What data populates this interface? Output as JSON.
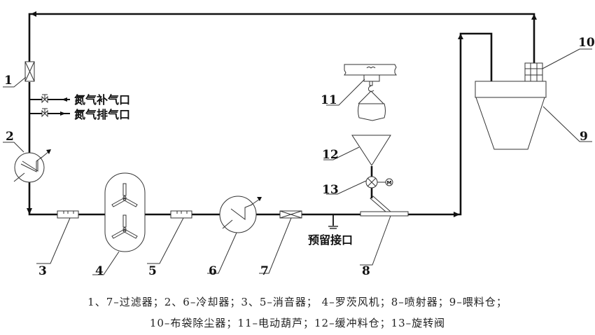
{
  "diagram": {
    "title": "Nitrogen closed-loop pneumatic conveying system",
    "labels": {
      "n2_supply": "氮气补气口",
      "n2_exhaust": "氮气排气口",
      "reserved_port": "预留接口"
    },
    "components": [
      {
        "id": "1",
        "name": "过滤器"
      },
      {
        "id": "2",
        "name": "冷却器"
      },
      {
        "id": "3",
        "name": "消音器"
      },
      {
        "id": "4",
        "name": "罗茨风机"
      },
      {
        "id": "5",
        "name": "消音器"
      },
      {
        "id": "6",
        "name": "冷却器"
      },
      {
        "id": "7",
        "name": "过滤器"
      },
      {
        "id": "8",
        "name": "喷射器"
      },
      {
        "id": "9",
        "name": "喂料仓"
      },
      {
        "id": "10",
        "name": "布袋除尘器"
      },
      {
        "id": "11",
        "name": "电动葫芦"
      },
      {
        "id": "12",
        "name": "缓冲料仓"
      },
      {
        "id": "13",
        "name": "旋转阀"
      }
    ],
    "motor_symbol": "M"
  },
  "caption": {
    "line1": "1、7–过滤器；2、6–冷却器；3、5–消音器； 4–罗茨风机；8–喷射器；9–喂料仓；",
    "line2": "10–布袋除尘器；11–电动葫芦；12–缓冲料仓；13–旋转阀"
  }
}
